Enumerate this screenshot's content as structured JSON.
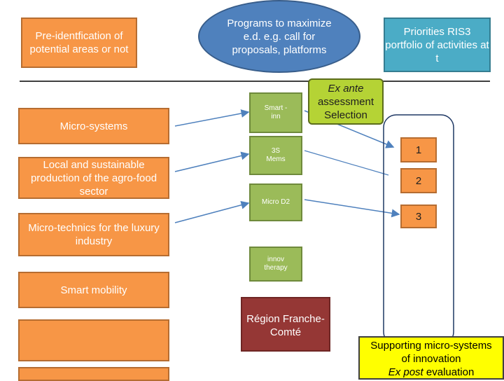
{
  "left_column": {
    "pre_identification": "Pre-identfication of potential areas or not",
    "micro_systems": "Micro-systems",
    "agro_food": "Local  and sustainable production of the agro-food sector",
    "micro_technics": "Micro-technics for the luxury industry",
    "smart_mobility": "Smart mobility"
  },
  "programs_ellipse": "Programs to maximize e.d. e.g. call for proposals, platforms",
  "priorities": "Priorities RIS3 portfolio of activities  at t",
  "ex_ante": "Ex ante assessment Selection",
  "projects": [
    {
      "label": "Smart -inn"
    },
    {
      "label": "3S Mems"
    },
    {
      "label": "Micro D2"
    },
    {
      "label": "innov therapy"
    }
  ],
  "portfolio_items": [
    "1",
    "2",
    "3"
  ],
  "region": "Région Franche-Comté",
  "supporting": {
    "line1": "Supporting micro-systems of innovation",
    "line2": "Ex post",
    "line3": " evaluation"
  },
  "colors": {
    "orange": "#f79646",
    "teal": "#4bacc6",
    "green": "#9bbb59",
    "red": "#953735",
    "lime": "#b5d335",
    "yellow": "#ffff00",
    "blue_ellipse": "#4f81bd",
    "arrow": "#4f81bd"
  }
}
